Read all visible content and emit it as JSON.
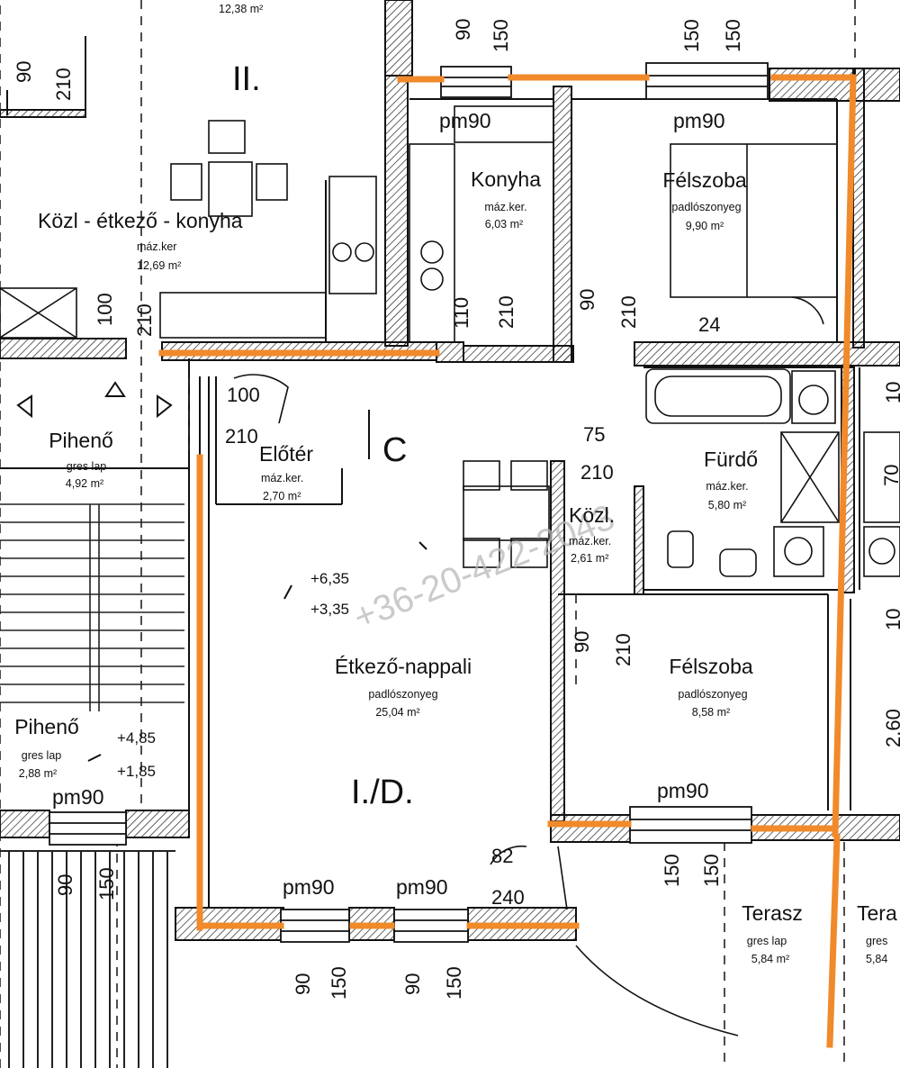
{
  "apartment_id": "I./D.",
  "section_id": "C",
  "upper_apartment_id": "II.",
  "watermark": "+36-20-422-2043",
  "accent_color": "#f08a2b",
  "rooms": {
    "etkezo_nappali": {
      "name": "Étkező-nappali",
      "finish": "padlószonyeg",
      "area": "25,04 m²"
    },
    "konyha": {
      "name": "Konyha",
      "finish": "máz.ker.",
      "area": "6,03 m²"
    },
    "felszoba_top": {
      "name": "Félszoba",
      "finish": "padlószonyeg",
      "area": "9,90 m²"
    },
    "furdo": {
      "name": "Fürdő",
      "finish": "máz.ker.",
      "area": "5,80 m²"
    },
    "kozl": {
      "name": "Közl.",
      "finish": "máz.ker.",
      "area": "2,61 m²"
    },
    "felszoba_bottom": {
      "name": "Félszoba",
      "finish": "padlószonyeg",
      "area": "8,58 m²"
    },
    "eloter": {
      "name": "Előtér",
      "finish": "máz.ker.",
      "area": "2,70 m²"
    },
    "pihenő_top": {
      "name": "Pihenő",
      "finish": "gres lap",
      "area": "4,92 m²"
    },
    "piheno_bottom": {
      "name": "Pihenő",
      "finish": "gres lap",
      "area": "2,88 m²"
    },
    "terasz": {
      "name": "Terasz",
      "finish": "gres lap",
      "area": "5,84 m²"
    },
    "terasz_right": {
      "name": "Tera",
      "finish": "gres",
      "area": "5,84"
    },
    "kozl_etkezo_konyha": {
      "name": "Közl - étkező - konyha",
      "finish": "máz.ker",
      "area": "12,69 m²"
    },
    "top_cut_area": "12,38 m²"
  },
  "levels": {
    "main_upper": "+6,35",
    "main_lower": "+3,35",
    "stair_upper": "+4,85",
    "stair_lower": "+1,85"
  },
  "windows": {
    "pm": "pm90"
  },
  "dimensions": {
    "d90": "90",
    "d150": "150",
    "d210": "210",
    "d100": "100",
    "d110": "110",
    "d75": "75",
    "d82": "82",
    "d240": "240",
    "d24": "24",
    "d10": "10",
    "d260": "2,60",
    "d70": "70",
    "d90_1": "90",
    "d90_2": "90"
  }
}
